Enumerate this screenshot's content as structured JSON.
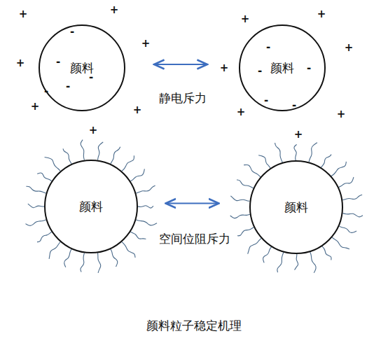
{
  "diagram": {
    "caption": "颜料粒子稳定机理",
    "nodes": [
      {
        "text": [
          "颜料"
        ]
      },
      {
        "text": [
          "颜料"
        ]
      },
      {
        "text": [
          "颜料"
        ]
      },
      {
        "text": [
          "颜料"
        ]
      }
    ],
    "edges": [
      {
        "from": 0,
        "to": 1,
        "arrow": "both",
        "label": "静电斥力"
      },
      {
        "from": 2,
        "to": 3,
        "arrow": "both",
        "label": "空间位阻斥力"
      }
    ],
    "labels": [
      "+",
      "+",
      "+",
      "+",
      "+",
      "+",
      "+",
      "-",
      "-",
      "-",
      "-",
      "-",
      "+",
      "+",
      "+",
      "+",
      "+",
      "+",
      "+",
      "-",
      "-",
      "-",
      "-",
      "-"
    ]
  }
}
